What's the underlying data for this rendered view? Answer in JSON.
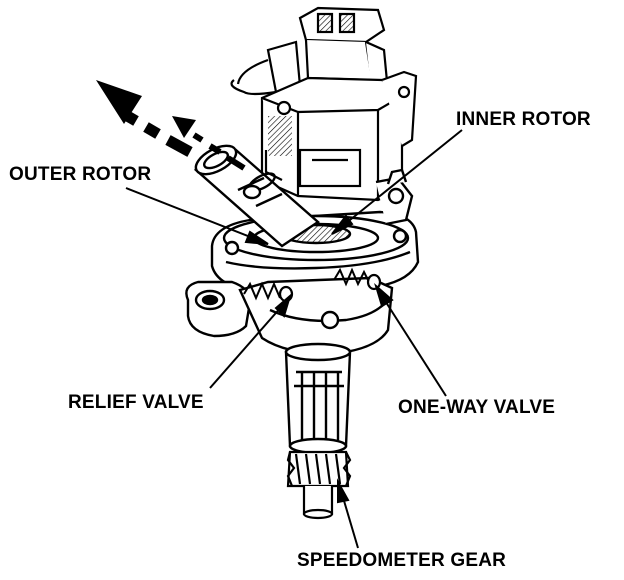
{
  "labels": {
    "inner_rotor": "INNER ROTOR",
    "outer_rotor": "OUTER ROTOR",
    "relief_valve": "RELIEF VALVE",
    "one_way_valve": "ONE-WAY VALVE",
    "speedometer_gear": "SPEEDOMETER GEAR"
  },
  "colors": {
    "ink": "#000000",
    "paper": "#ffffff"
  }
}
